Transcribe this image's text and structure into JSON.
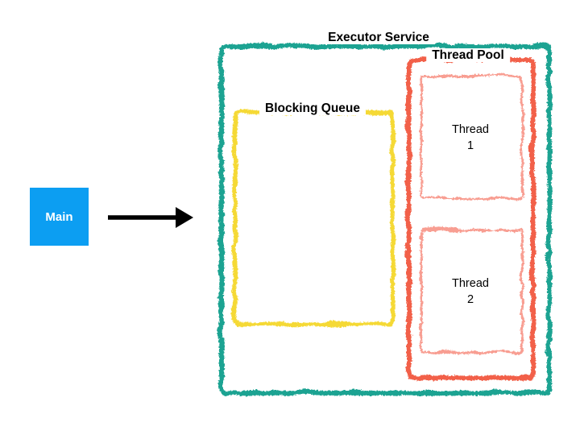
{
  "colors": {
    "teal": "#1aa392",
    "coral": "#f2604a",
    "salmon": "#f89e92",
    "yellow": "#f5d936",
    "blue": "#0c9ef2",
    "arrow": "#000000"
  },
  "nodes": {
    "main": {
      "label": "Main"
    },
    "executor_service": {
      "label": "Executor Service"
    },
    "thread_pool": {
      "label": "Thread Pool"
    },
    "blocking_queue": {
      "label": "Blocking Queue"
    },
    "thread_1": {
      "line1": "Thread",
      "line2": "1"
    },
    "thread_2": {
      "line1": "Thread",
      "line2": "2"
    }
  }
}
